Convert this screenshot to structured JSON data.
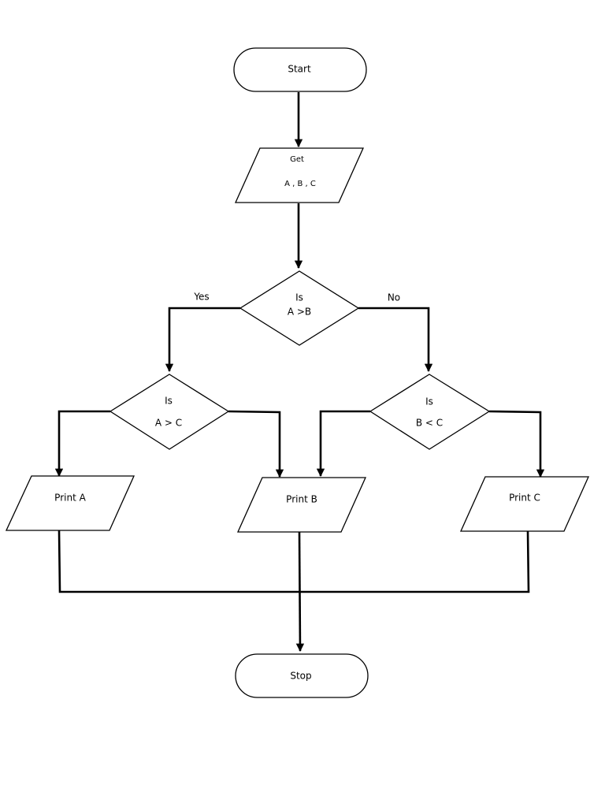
{
  "start": {
    "label": "Start"
  },
  "input": {
    "line1": "Get",
    "line2": "A , B , C"
  },
  "decision_ab": {
    "line1": "Is",
    "line2": "A >B",
    "yes": "Yes",
    "no": "No"
  },
  "decision_ac": {
    "line1": "Is",
    "line2": "A > C"
  },
  "decision_bc": {
    "line1": "Is",
    "line2": "B < C"
  },
  "print_a": {
    "label": "Print A"
  },
  "print_b": {
    "label": "Print B"
  },
  "print_c": {
    "label": "Print C"
  },
  "stop": {
    "label": "Stop"
  }
}
